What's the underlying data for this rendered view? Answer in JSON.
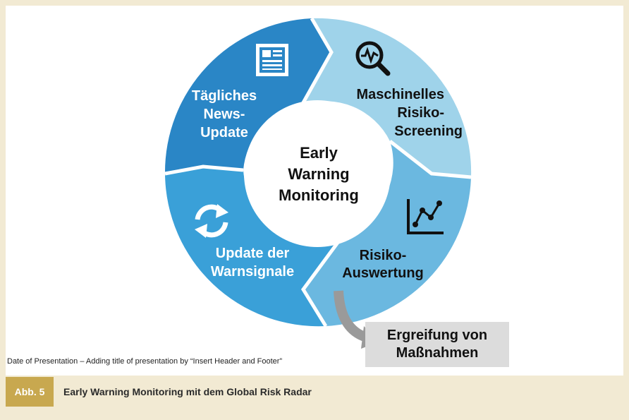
{
  "diagram": {
    "center_lines": [
      "Early",
      "Warning",
      "Monitoring"
    ],
    "segments": [
      {
        "label_lines": [
          "Tägliches",
          "News-",
          "Update"
        ],
        "icon": "newspaper-icon"
      },
      {
        "label_lines": [
          "Maschinelles",
          "Risiko-",
          "Screening"
        ],
        "icon": "magnifier-pulse-icon"
      },
      {
        "label_lines": [
          "Risiko-",
          "Auswertung"
        ],
        "icon": "line-chart-icon"
      },
      {
        "label_lines": [
          "Update der",
          "Warnsignale"
        ],
        "icon": "refresh-arrows-icon"
      }
    ],
    "action": {
      "lines": [
        "Ergreifung von",
        "Maßnahmen"
      ],
      "arrow_icon": "curved-arrow-icon"
    },
    "footer_note": "Date of Presentation – Adding title of presentation by “Insert Header and Footer”"
  },
  "caption": {
    "tag": "Abb. 5",
    "text": "Early Warning Monitoring mit dem Global Risk Radar"
  },
  "colors": {
    "segment_dark_blue": "#2a86c6",
    "segment_light_blue": "#9fd3ea",
    "segment_mid_blue": "#6bb8e0",
    "segment_bright_blue": "#3aa0d8",
    "caption_tag": "#c8a84f",
    "caption_background": "#f2ead3",
    "action_box": "#dcdcdc",
    "arrow": "#9a9a9a"
  }
}
